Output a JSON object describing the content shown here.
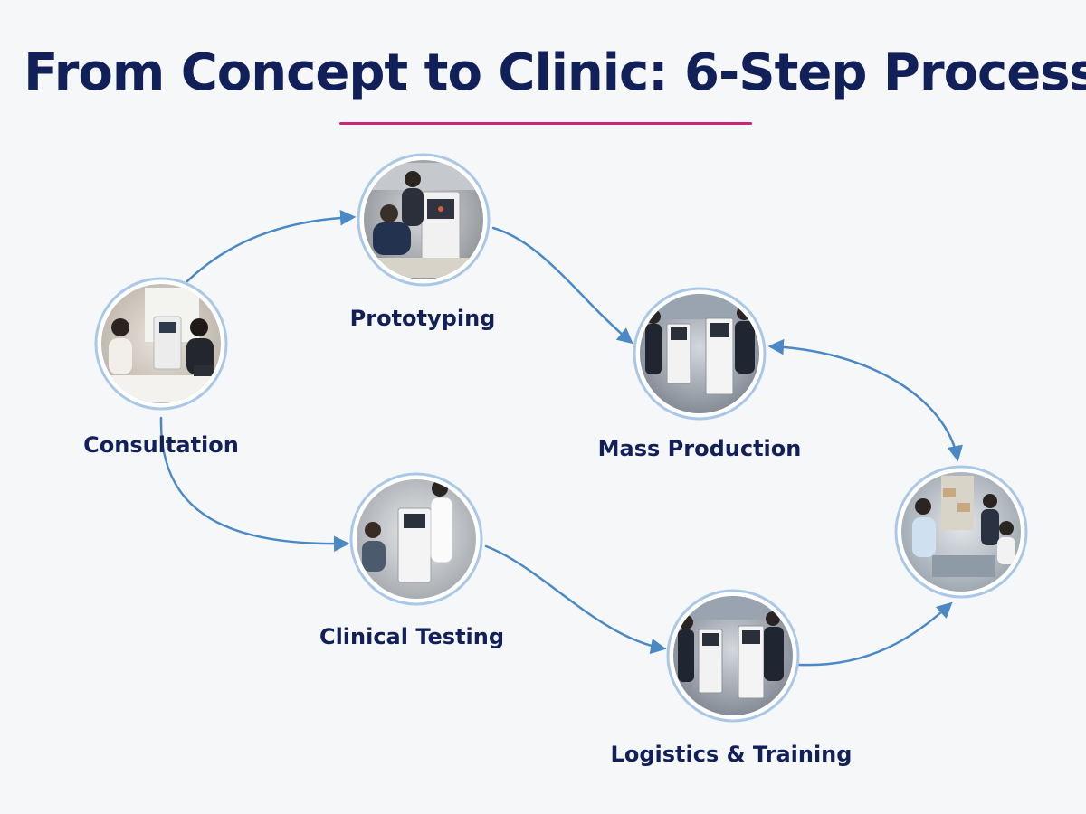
{
  "title": "From Concept to Clinic: 6-Step Process",
  "colors": {
    "title": "#12205a",
    "accent_rule": "#d0237a",
    "arrow": "#4a89c6",
    "node_ring": "#a9c8e8"
  },
  "steps": [
    {
      "label": "Consultation",
      "scene": "meeting-photo"
    },
    {
      "label": "Prototyping",
      "scene": "lab-photo"
    },
    {
      "label": "Mass Production",
      "scene": "factory-photo"
    },
    {
      "label": "Clinical Testing",
      "scene": "clinic-photo"
    },
    {
      "label": "Logistics & Training",
      "scene": "warehouse-photo"
    },
    {
      "label": "",
      "scene": "training-photo"
    }
  ]
}
